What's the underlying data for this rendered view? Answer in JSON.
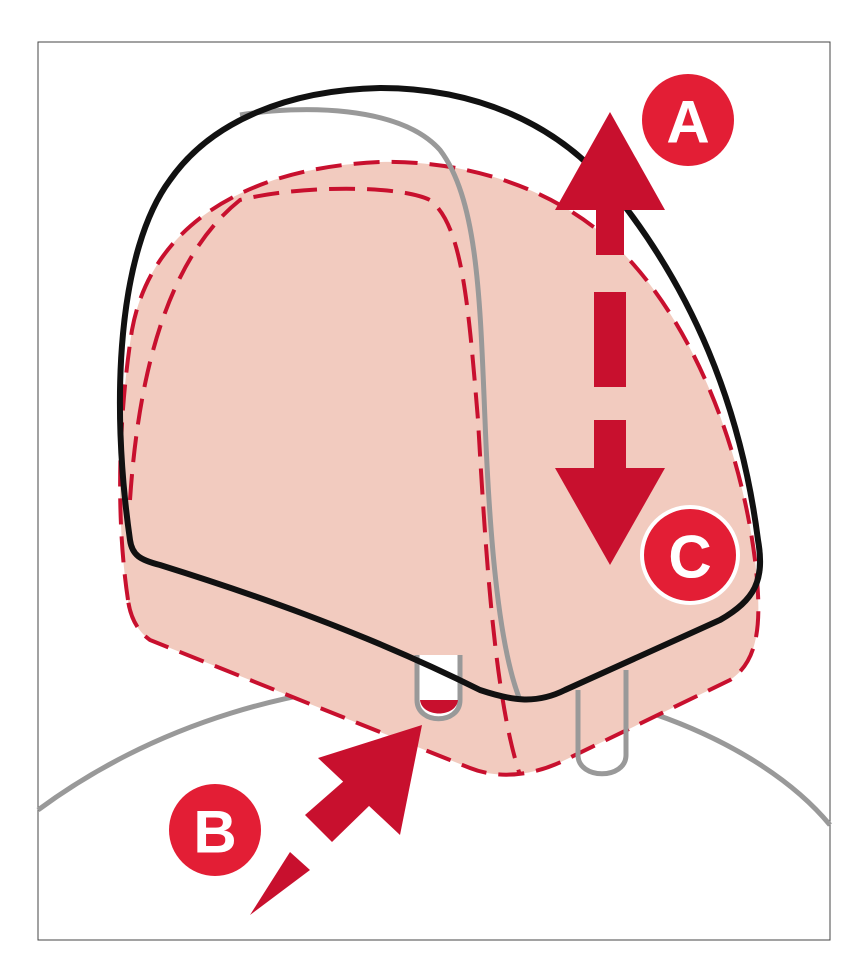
{
  "labels": {
    "a": "A",
    "b": "B",
    "c": "C"
  },
  "colors": {
    "accent_red": "#e31e35",
    "dark_red": "#c8102e",
    "headrest_fill": "#f2cbbf",
    "outline": "#111111",
    "gray": "#999999"
  }
}
